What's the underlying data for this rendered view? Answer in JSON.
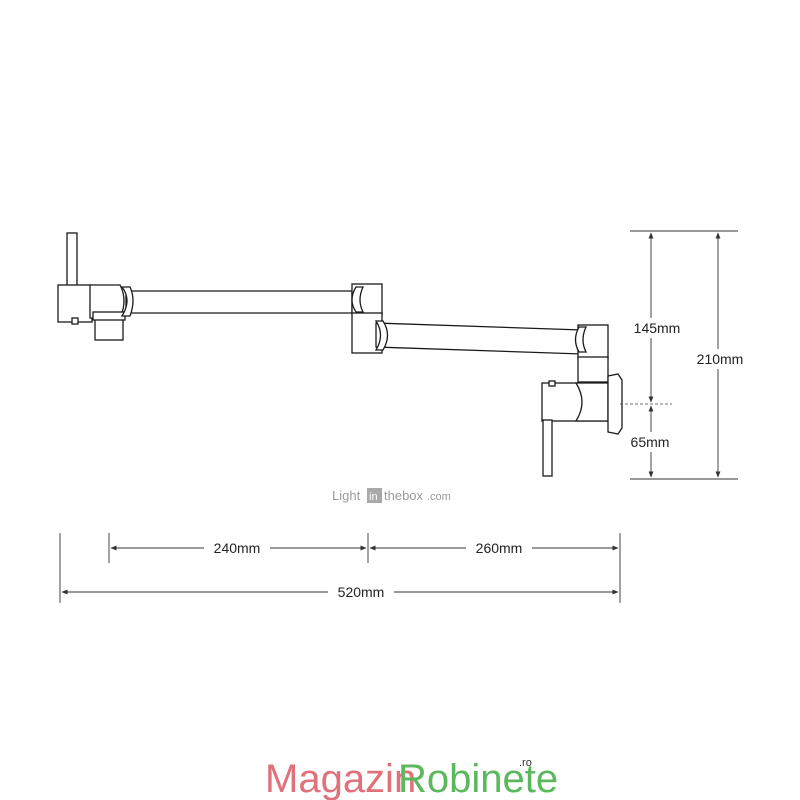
{
  "dimensions": {
    "height_upper": "145mm",
    "height_total": "210mm",
    "height_lower": "65mm",
    "width_left": "240mm",
    "width_right": "260mm",
    "width_total": "520mm"
  },
  "watermark": {
    "part1": "Light",
    "part2": "in",
    "part3": "thebox",
    "part4": ".com"
  },
  "brand": {
    "part1": "Magazin",
    "part2": "Robinete",
    "suffix": ".ro",
    "color1": "#e0707a",
    "color2": "#5cb85c"
  }
}
